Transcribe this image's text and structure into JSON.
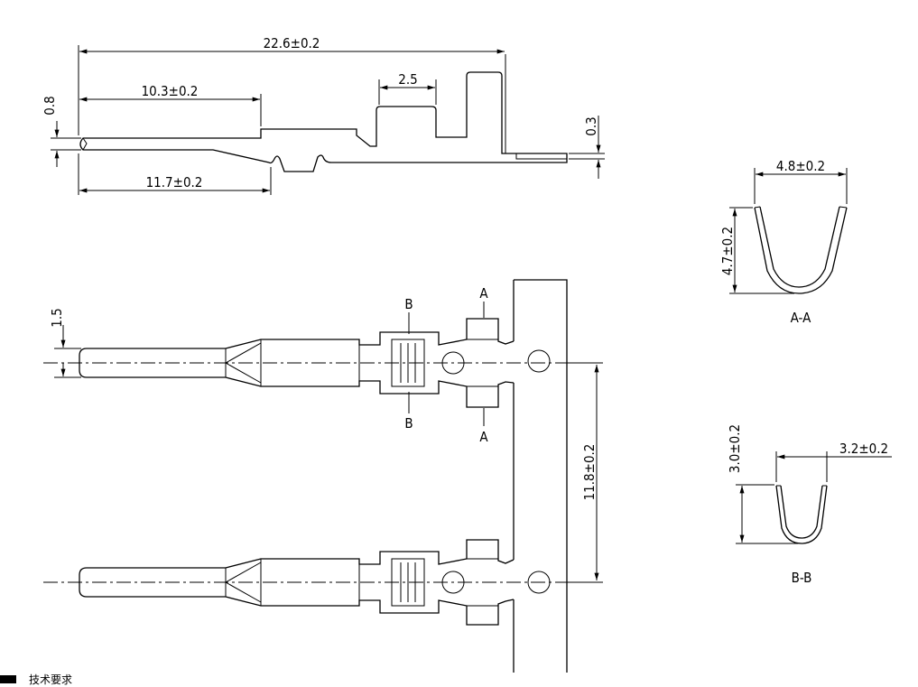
{
  "dimensions": {
    "overall_length": "22.6±0.2",
    "length_10_3": "10.3±0.2",
    "length_11_7": "11.7±0.2",
    "thickness_0_8": "0.8",
    "width_2_5": "2.5",
    "tab_0_3": "0.3",
    "pin_1_5": "1.5",
    "pitch": "11.8±0.2"
  },
  "sections": {
    "aa": {
      "title": "A-A",
      "width": "4.8±0.2",
      "height": "4.7±0.2"
    },
    "bb": {
      "title": "B-B",
      "width": "3.2±0.2",
      "height": "3.0±0.2"
    }
  },
  "markers": {
    "a": "A",
    "b": "B"
  },
  "footer": {
    "text": "技术要求"
  }
}
